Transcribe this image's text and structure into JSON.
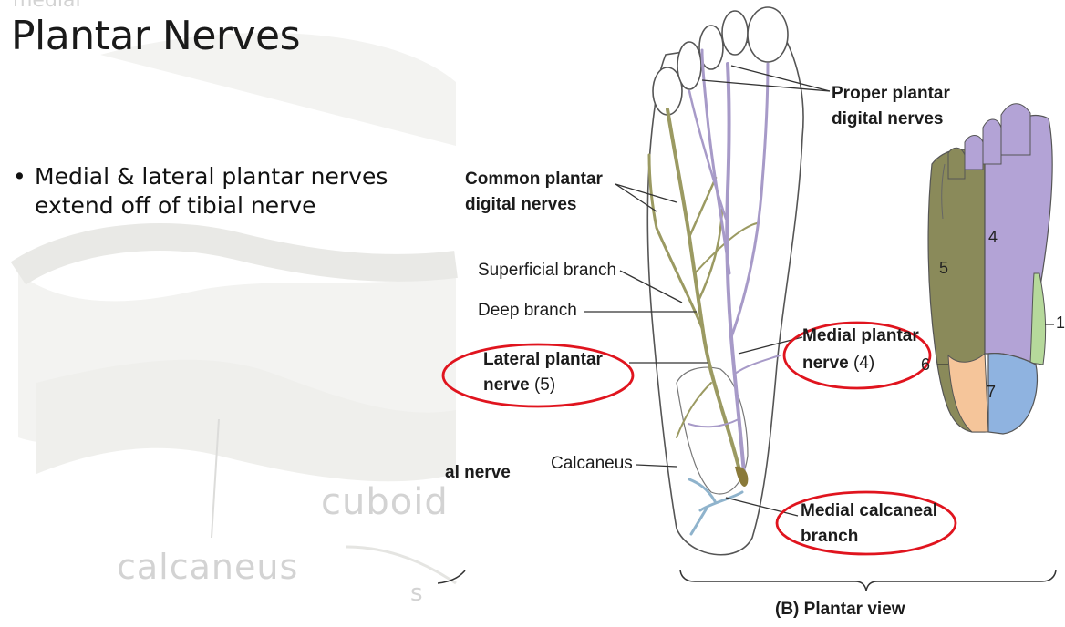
{
  "slide": {
    "title": "Plantar Nerves",
    "bullet": "Medial & lateral plantar nerves extend off of tibial nerve"
  },
  "background_labels": {
    "top": "medial",
    "cuboid": "cuboid",
    "calcaneus": "calcaneus",
    "partial": "s"
  },
  "diagram": {
    "caption": "(B) Plantar view",
    "left_partial_label": "al nerve",
    "labels": {
      "proper_line1": "Proper plantar",
      "proper_line2": "digital nerves",
      "common_line1": "Common plantar",
      "common_line2": "digital nerves",
      "superficial": "Superficial branch",
      "deep": "Deep branch",
      "lateral_line1": "Lateral plantar",
      "lateral_line2_bold": "nerve",
      "lateral_line2_num": "(5)",
      "medial_line1": "Medial plantar",
      "medial_line2_bold": "nerve",
      "medial_line2_num": "(4)",
      "calcaneus": "Calcaneus",
      "medial_calc_line1": "Medial calcaneal",
      "medial_calc_line2": "branch"
    },
    "dermatome_regions": [
      "4",
      "5",
      "1",
      "6",
      "7"
    ],
    "colors": {
      "lateral_nerve": "#9b9a62",
      "medial_nerve": "#a79ac8",
      "calcaneal_branch": "#8fb3cc",
      "highlight_ellipse": "#e0141e",
      "region_4": "#b3a3d6",
      "region_5": "#8a8a5a",
      "region_1": "#b6d99b",
      "region_6": "#f5c59a",
      "region_7": "#8fb3e0"
    }
  }
}
